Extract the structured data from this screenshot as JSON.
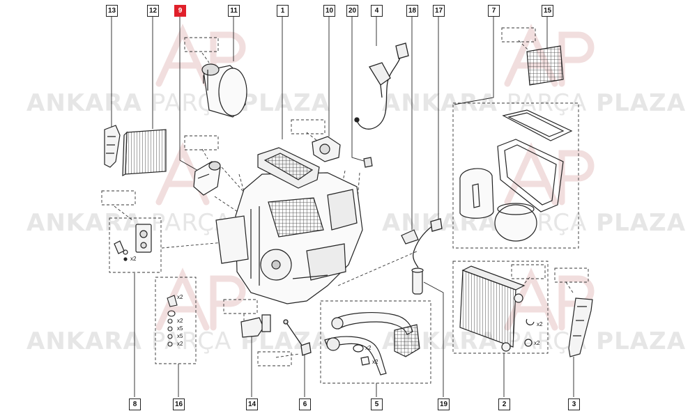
{
  "watermark": {
    "part1": "ANKARA",
    "part2": "PARÇA",
    "part3": "PLAZA"
  },
  "logo": {
    "letters": "AP"
  },
  "colors": {
    "highlight": "#e0202a",
    "line": "#222222",
    "watermark": "#e6e6e6",
    "logo": "#f1dede"
  },
  "callouts": {
    "c13": "13",
    "c12": "12",
    "c9": "9",
    "c11": "11",
    "c1": "1",
    "c10": "10",
    "c20": "20",
    "c4": "4",
    "c18": "18",
    "c17": "17",
    "c7": "7",
    "c15": "15",
    "c8": "8",
    "c16": "16",
    "c14": "14",
    "c6": "6",
    "c5": "5",
    "c19": "19",
    "c2": "2",
    "c3": "3"
  },
  "quantities": {
    "q8": "x2",
    "q16a": "x2",
    "q16b": "x2",
    "q16c": "x5",
    "q16d": "x5",
    "q16e": "x2",
    "q5a": "x2",
    "q5b": "x2",
    "q2": "x2",
    "q2b": "x2"
  },
  "highlighted_callout": "9"
}
